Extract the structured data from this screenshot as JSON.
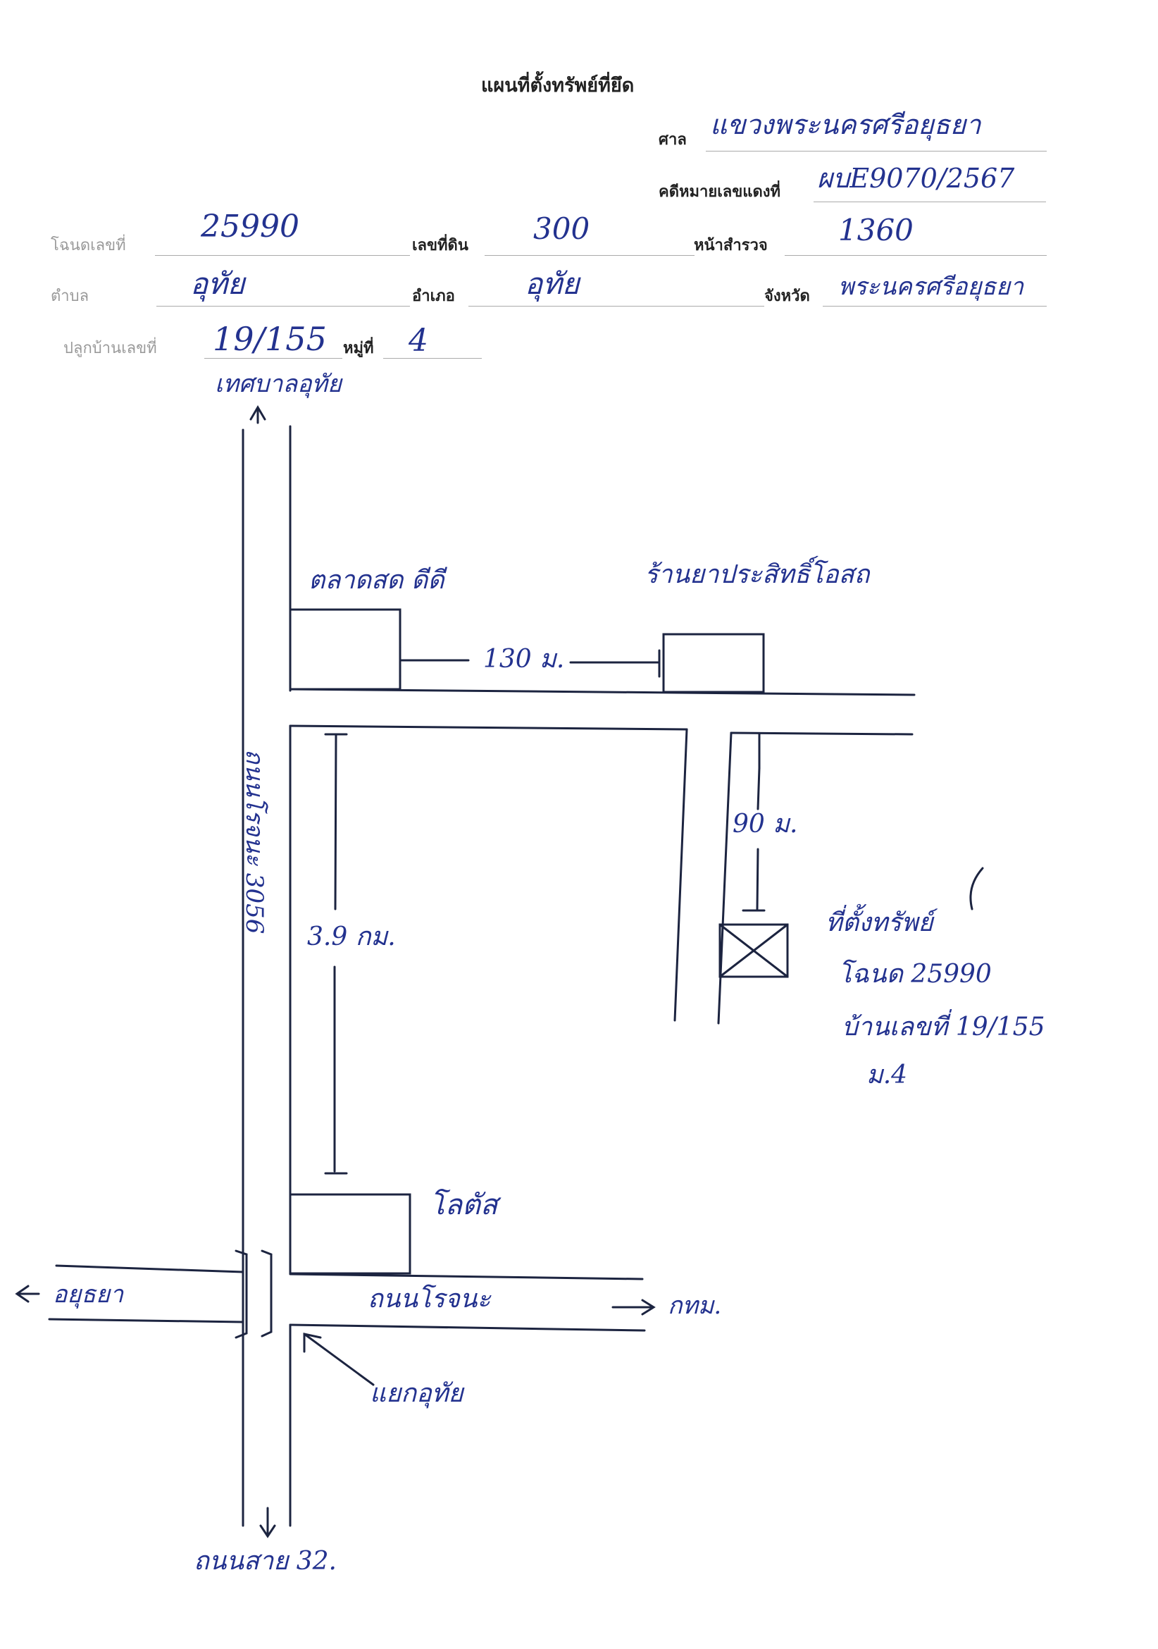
{
  "doc": {
    "title": "แผนที่ตั้งทรัพย์ที่ยึด"
  },
  "header": {
    "court_label": "ศาล",
    "court_value": "แขวงพระนครศรีอยุธยา",
    "case_label": "คดีหมายเลขแดงที่",
    "case_value": "ผบE9070/2567"
  },
  "fields": {
    "deed_label": "โฉนดเลขที่",
    "deed_value": "25990",
    "land_no_label": "เลขที่ดิน",
    "land_no_value": "300",
    "survey_label": "หน้าสำรวจ",
    "survey_value": "1360",
    "subdistrict_label": "ตำบล",
    "subdistrict_value": "อุทัย",
    "district_label": "อำเภอ",
    "district_value": "อุทัย",
    "province_label": "จังหวัด",
    "province_value": "พระนครศรีอยุธยา",
    "house_no_label": "ปลูกบ้านเลขที่",
    "house_no_value": "19/155",
    "moo_label": "หมู่ที่",
    "moo_value": "4"
  },
  "map": {
    "north_label": "เทศบาลอุทัย",
    "market_label": "ตลาดสด ดีดี",
    "pharmacy_label": "ร้านยาประสิทธิ์โอสถ",
    "dist_130": "130 ม.",
    "dist_90": "90 ม.",
    "dist_39": "3.9 กม.",
    "highway_label": "ถนนโรจนะ 3056",
    "property_label": "ที่ตั้งทรัพย์",
    "property_deed": "โฉนด 25990",
    "property_house": "บ้านเลขที่ 19/155",
    "property_moo": "ม.4",
    "lotus_label": "โลตัส",
    "ayutthaya_label": "อยุธยา",
    "rojana_label": "ถนนโรจนะ",
    "bangkok_label": "กทม.",
    "junction_label": "แยกอุทัย",
    "south_label": "ถนนสาย 32."
  },
  "colors": {
    "ink": "#23328f",
    "print": "#222222",
    "line": "#1c2440"
  }
}
